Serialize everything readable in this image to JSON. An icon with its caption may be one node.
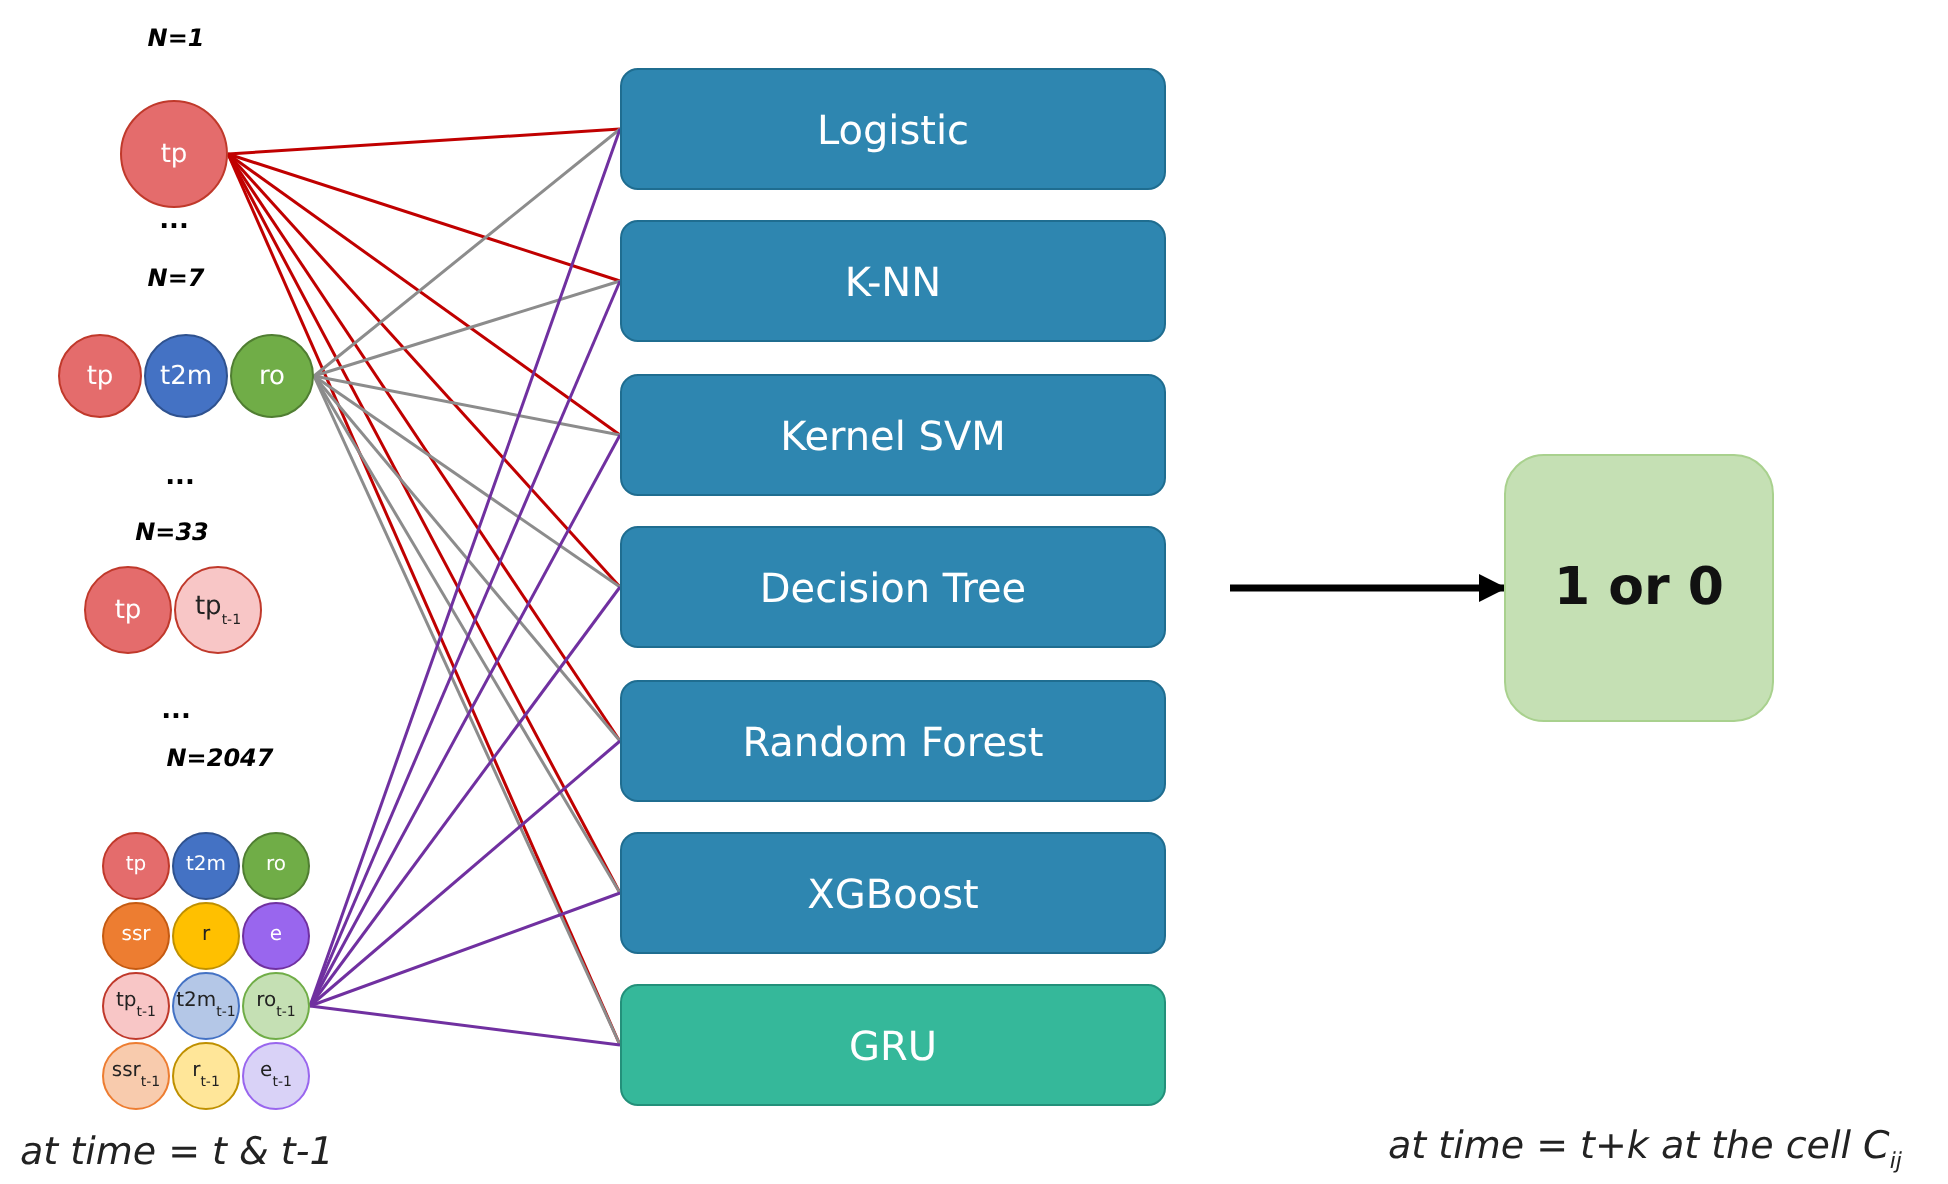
{
  "diagram": {
    "nodes": [
      {
        "text": [
          "tp"
        ]
      },
      {
        "text": [
          "tp"
        ]
      },
      {
        "text": [
          "t2m"
        ]
      },
      {
        "text": [
          "ro"
        ]
      },
      {
        "text": [
          "tp"
        ]
      },
      {
        "text": [
          "tp$_{t-1}$"
        ]
      },
      {
        "text": [
          "tp"
        ]
      },
      {
        "text": [
          "t2m"
        ]
      },
      {
        "text": [
          "ro"
        ]
      },
      {
        "text": [
          "ssr"
        ]
      },
      {
        "text": [
          "r"
        ]
      },
      {
        "text": [
          "e"
        ]
      },
      {
        "text": [
          "tp$_{t-1}$"
        ]
      },
      {
        "text": [
          "t2m$_{t-1}$"
        ]
      },
      {
        "text": [
          "ro$_{t-1}$"
        ]
      },
      {
        "text": [
          "ssr$_{t-1}$"
        ]
      },
      {
        "text": [
          "r$_{t-1}$"
        ]
      },
      {
        "text": [
          "e$_{t-1}$"
        ]
      },
      {
        "text": [
          "Logistic"
        ]
      },
      {
        "text": [
          "K-NN"
        ]
      },
      {
        "text": [
          "Kernel SVM"
        ]
      },
      {
        "text": [
          "Decision Tree"
        ]
      },
      {
        "text": [
          "Random Forest"
        ]
      },
      {
        "text": [
          "XGBoost"
        ]
      },
      {
        "text": [
          "GRU"
        ]
      },
      {
        "text": [
          "1 or 0"
        ]
      }
    ],
    "edges": [
      {
        "from": 0,
        "to": 18,
        "arrow": "none",
        "color": "#c00000"
      },
      {
        "from": 0,
        "to": 19,
        "arrow": "none",
        "color": "#c00000"
      },
      {
        "from": 0,
        "to": 20,
        "arrow": "none",
        "color": "#c00000"
      },
      {
        "from": 0,
        "to": 21,
        "arrow": "none",
        "color": "#c00000"
      },
      {
        "from": 0,
        "to": 22,
        "arrow": "none",
        "color": "#c00000"
      },
      {
        "from": 0,
        "to": 23,
        "arrow": "none",
        "color": "#c00000"
      },
      {
        "from": 0,
        "to": 24,
        "arrow": "none",
        "color": "#c00000"
      },
      {
        "from": 3,
        "to": 18,
        "arrow": "none",
        "color": "#8c8c8c"
      },
      {
        "from": 3,
        "to": 19,
        "arrow": "none",
        "color": "#8c8c8c"
      },
      {
        "from": 3,
        "to": 20,
        "arrow": "none",
        "color": "#8c8c8c"
      },
      {
        "from": 3,
        "to": 21,
        "arrow": "none",
        "color": "#8c8c8c"
      },
      {
        "from": 3,
        "to": 22,
        "arrow": "none",
        "color": "#8c8c8c"
      },
      {
        "from": 3,
        "to": 23,
        "arrow": "none",
        "color": "#8c8c8c"
      },
      {
        "from": 3,
        "to": 24,
        "arrow": "none",
        "color": "#8c8c8c"
      },
      {
        "from": 14,
        "to": 18,
        "arrow": "none",
        "color": "#7030a0"
      },
      {
        "from": 14,
        "to": 19,
        "arrow": "none",
        "color": "#7030a0"
      },
      {
        "from": 14,
        "to": 20,
        "arrow": "none",
        "color": "#7030a0"
      },
      {
        "from": 14,
        "to": 21,
        "arrow": "none",
        "color": "#7030a0"
      },
      {
        "from": 14,
        "to": 22,
        "arrow": "none",
        "color": "#7030a0"
      },
      {
        "from": 14,
        "to": 23,
        "arrow": "none",
        "color": "#7030a0"
      },
      {
        "from": 14,
        "to": 24,
        "arrow": "none",
        "color": "#7030a0"
      },
      {
        "from": null,
        "to": 25,
        "arrow": "to",
        "style": "thick",
        "color": "#000000"
      }
    ],
    "labels": [
      "N=1",
      "...",
      "N=7",
      "...",
      "N=33",
      "...",
      "N=2047",
      "at time = t & t-1",
      "at time = t+k at the cell C$_{ij}$"
    ]
  }
}
